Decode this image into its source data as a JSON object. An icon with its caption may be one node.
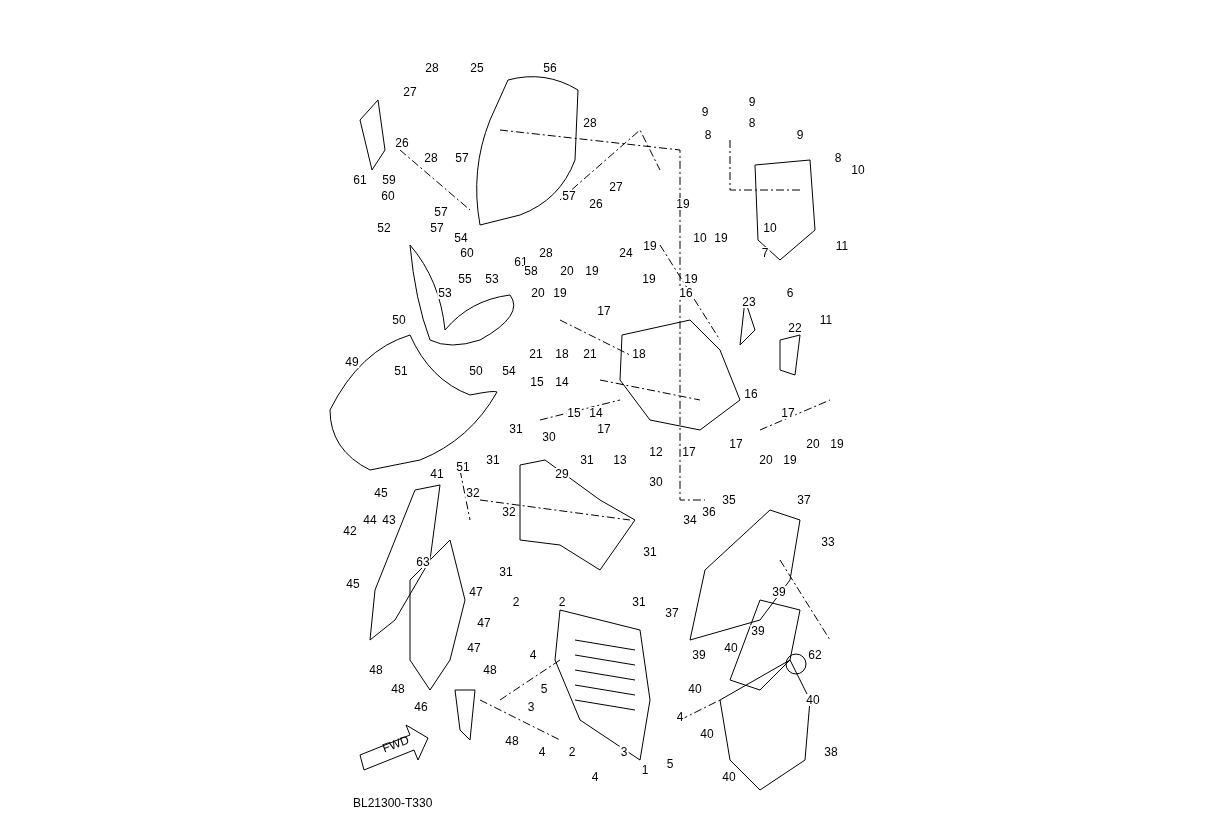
{
  "diagram": {
    "labels": [
      "28",
      "25",
      "56",
      "27",
      "9",
      "9",
      "28",
      "8",
      "8",
      "9",
      "26",
      "28",
      "57",
      "8",
      "10",
      "61",
      "59",
      "27",
      "60",
      "57",
      "26",
      "19",
      "57",
      "52",
      "57",
      "10",
      "54",
      "10",
      "19",
      "19",
      "11",
      "60",
      "28",
      "24",
      "7",
      "61",
      "58",
      "20",
      "19",
      "55",
      "53",
      "19",
      "19",
      "53",
      "20",
      "19",
      "16",
      "6",
      "23",
      "17",
      "50",
      "11",
      "22",
      "21",
      "18",
      "21",
      "18",
      "49",
      "51",
      "50",
      "54",
      "15",
      "14",
      "16",
      "15",
      "14",
      "17",
      "31",
      "17",
      "30",
      "17",
      "20",
      "19",
      "12",
      "17",
      "31",
      "31",
      "13",
      "20",
      "19",
      "51",
      "41",
      "29",
      "30",
      "45",
      "32",
      "35",
      "37",
      "32",
      "36",
      "44",
      "43",
      "34",
      "42",
      "33",
      "31",
      "63",
      "31",
      "45",
      "47",
      "39",
      "2",
      "2",
      "31",
      "37",
      "47",
      "39",
      "47",
      "40",
      "4",
      "39",
      "62",
      "48",
      "48",
      "48",
      "5",
      "40",
      "40",
      "46",
      "3",
      "4",
      "40",
      "48",
      "4",
      "2",
      "3",
      "38",
      "5",
      "1",
      "4",
      "40",
      "FWD",
      "BL21300-T330"
    ]
  }
}
